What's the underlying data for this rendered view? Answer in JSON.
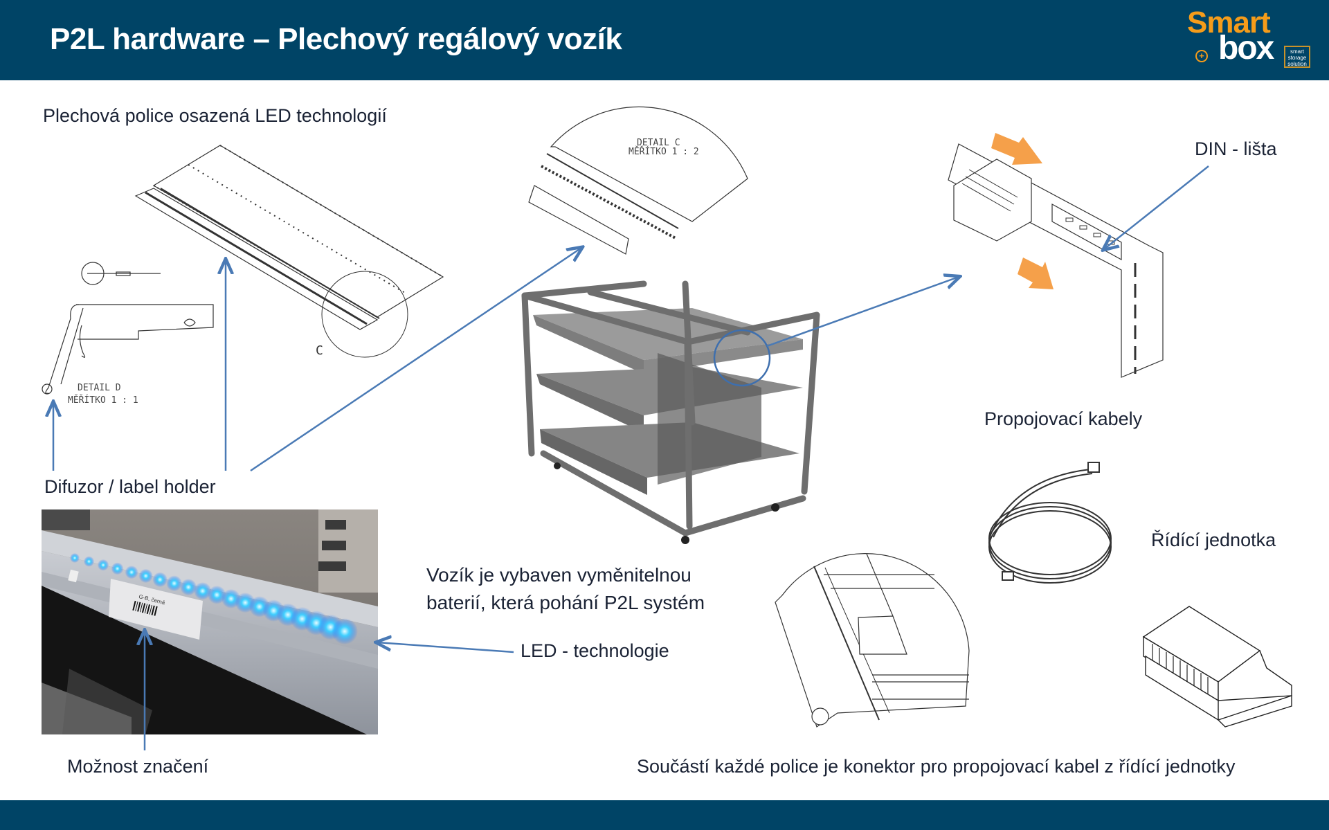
{
  "header": {
    "title": "P2L hardware – Plechový regálový vozík",
    "logo": {
      "word1": "Smart",
      "word2": "box",
      "tagline": "smart storage solution",
      "plus_icon": "plus-circle-icon"
    }
  },
  "labels": {
    "shelf_led": "Plechová police osazená LED technologií",
    "diffuser": "Difuzor / label holder",
    "labeling": "Možnost značení",
    "cart_battery": "Vozík je vybaven vyměnitelnou baterií, která pohání P2L systém",
    "cart_battery_line1": "Vozík je vybaven vyměnitelnou",
    "cart_battery_line2": "baterií, která pohání P2L systém",
    "led_tech": "LED - technologie",
    "din_rail": "DIN - lišta",
    "cables": "Propojovací kabely",
    "control_unit": "Řídící jednotka",
    "connector_note": "Součástí každé police je konektor pro propojovací kabel z řídící jednotky"
  },
  "drawings": {
    "detail_d_title": "DETAIL D",
    "detail_d_scale": "MĚŘÍTKO 1 : 1",
    "detail_c_title": "DETAIL C",
    "detail_c_scale": "MĚŘÍTKO 1 : 2",
    "detail_c_marker": "C"
  },
  "photo": {
    "label_text": "G-B. černá"
  },
  "colors": {
    "header_bg": "#004466",
    "accent_arrow": "#4a7ab5",
    "logo_orange": "#f59c1a",
    "led_blue": "#1ea0ff",
    "hint_arrow": "#f5a04a"
  }
}
